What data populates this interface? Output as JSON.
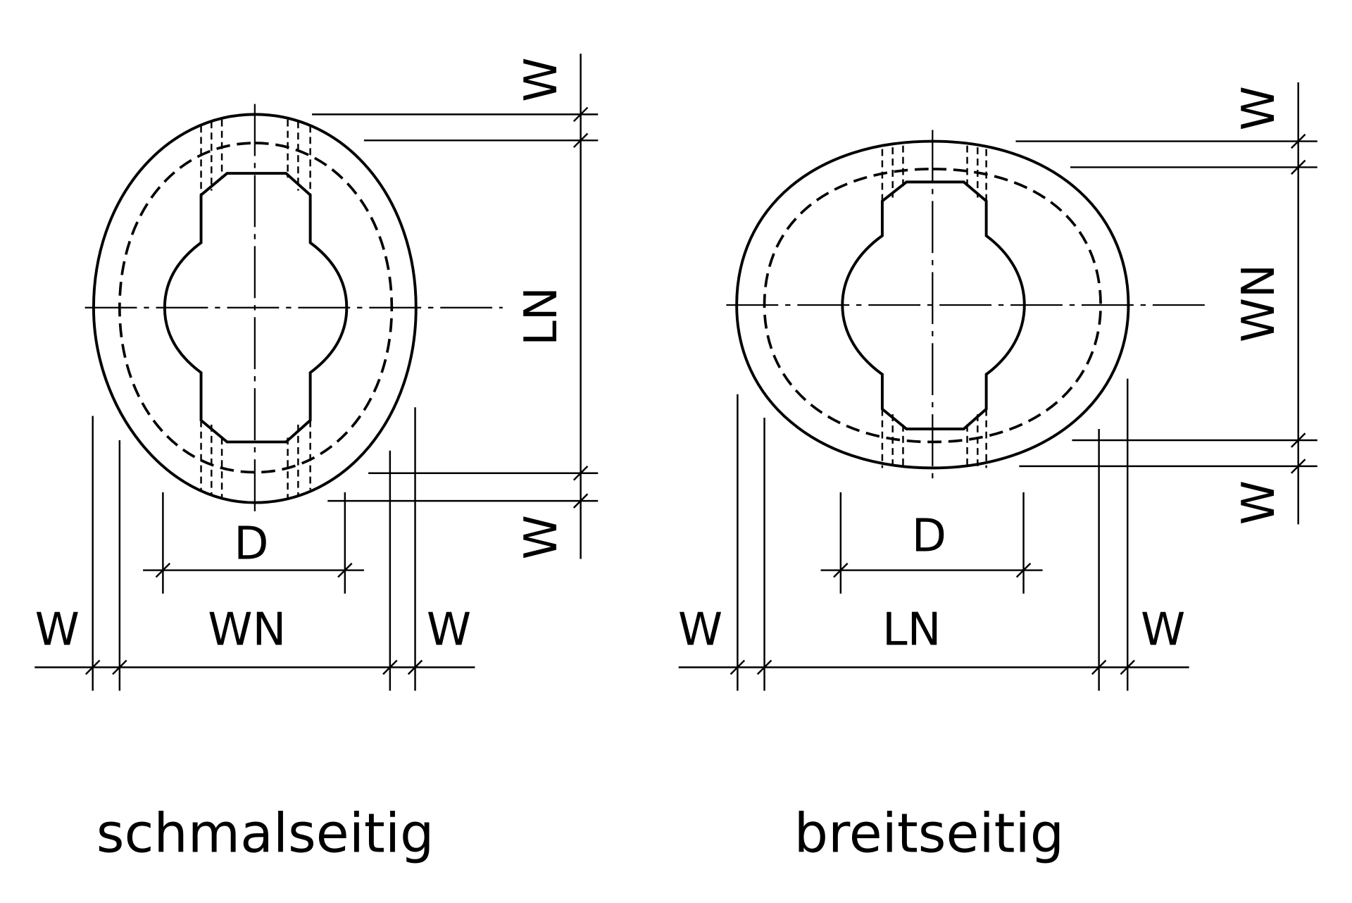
{
  "diagram": {
    "left": {
      "caption": "schmalseitig",
      "labels": {
        "w_top": "W",
        "ln": "LN",
        "w_bottom": "W",
        "d": "D",
        "w_left": "W",
        "wn": "WN",
        "w_right": "W"
      }
    },
    "right": {
      "caption": "breitseitig",
      "labels": {
        "w_top": "W",
        "wn": "WN",
        "w_bottom": "W",
        "d": "D",
        "w_left": "W",
        "ln": "LN",
        "w_right": "W"
      }
    },
    "colors": {
      "line": "#000000",
      "background": "#ffffff"
    }
  }
}
